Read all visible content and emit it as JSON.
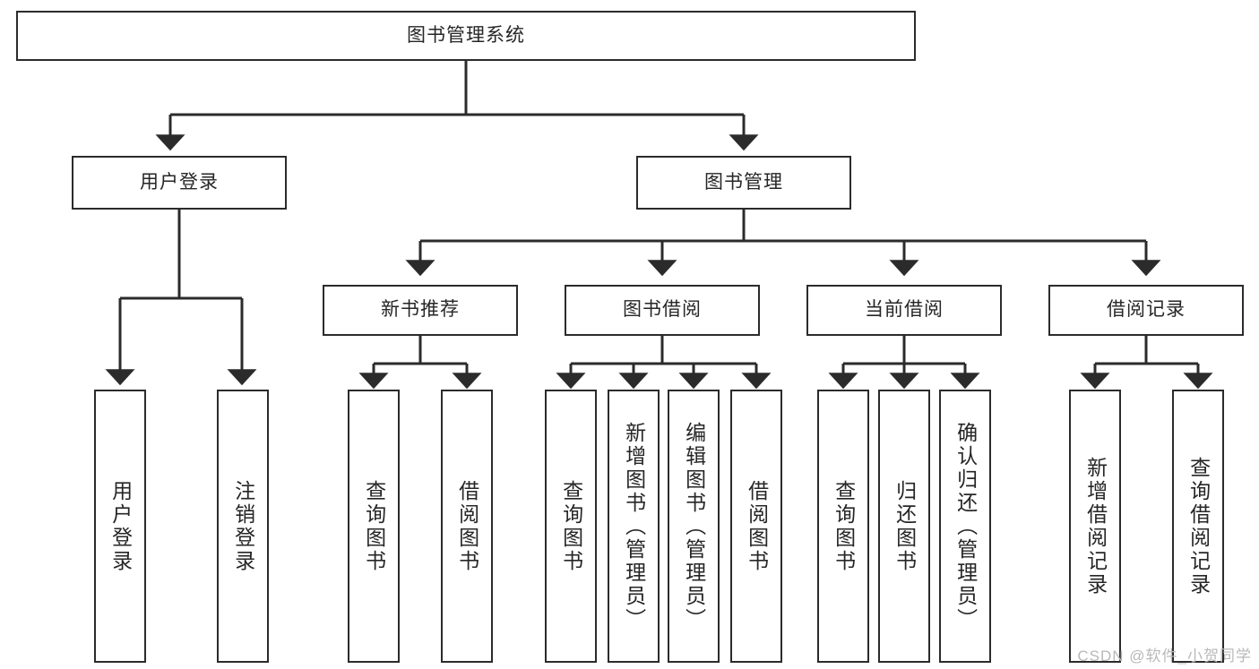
{
  "diagram": {
    "type": "tree-hierarchy",
    "title": "图书管理系统",
    "watermark": "CSDN @软件_小贺同学",
    "colors": {
      "stroke": "#2b2b2b",
      "fill": "#ffffff",
      "text": "#262626",
      "watermark": "#b9b9b9"
    },
    "levels": {
      "root": {
        "label": "图书管理系统"
      },
      "level2": [
        {
          "id": "user-login",
          "label": "用户登录"
        },
        {
          "id": "book-manage",
          "label": "图书管理"
        }
      ],
      "level3": [
        {
          "id": "new-book-rec",
          "label": "新书推荐"
        },
        {
          "id": "book-borrow",
          "label": "图书借阅"
        },
        {
          "id": "current-borrow",
          "label": "当前借阅"
        },
        {
          "id": "borrow-record",
          "label": "借阅记录"
        }
      ],
      "leaves": {
        "user-login": [
          {
            "id": "leaf-user-login",
            "label": "用户登录"
          },
          {
            "id": "leaf-logout",
            "label": "注销登录"
          }
        ],
        "new-book-rec": [
          {
            "id": "leaf-query-book-1",
            "label": "查询图书"
          },
          {
            "id": "leaf-borrow-book-1",
            "label": "借阅图书"
          }
        ],
        "book-borrow": [
          {
            "id": "leaf-query-book-2",
            "label": "查询图书"
          },
          {
            "id": "leaf-add-book",
            "label": "新增图书（管理员）"
          },
          {
            "id": "leaf-edit-book",
            "label": "编辑图书（管理员）"
          },
          {
            "id": "leaf-borrow-book-2",
            "label": "借阅图书"
          }
        ],
        "current-borrow": [
          {
            "id": "leaf-query-book-3",
            "label": "查询图书"
          },
          {
            "id": "leaf-return-book",
            "label": "归还图书"
          },
          {
            "id": "leaf-confirm-return",
            "label": "确认归还（管理员）"
          }
        ],
        "borrow-record": [
          {
            "id": "leaf-add-record",
            "label": "新增借阅记录"
          },
          {
            "id": "leaf-query-record",
            "label": "查询借阅记录"
          }
        ]
      }
    }
  }
}
